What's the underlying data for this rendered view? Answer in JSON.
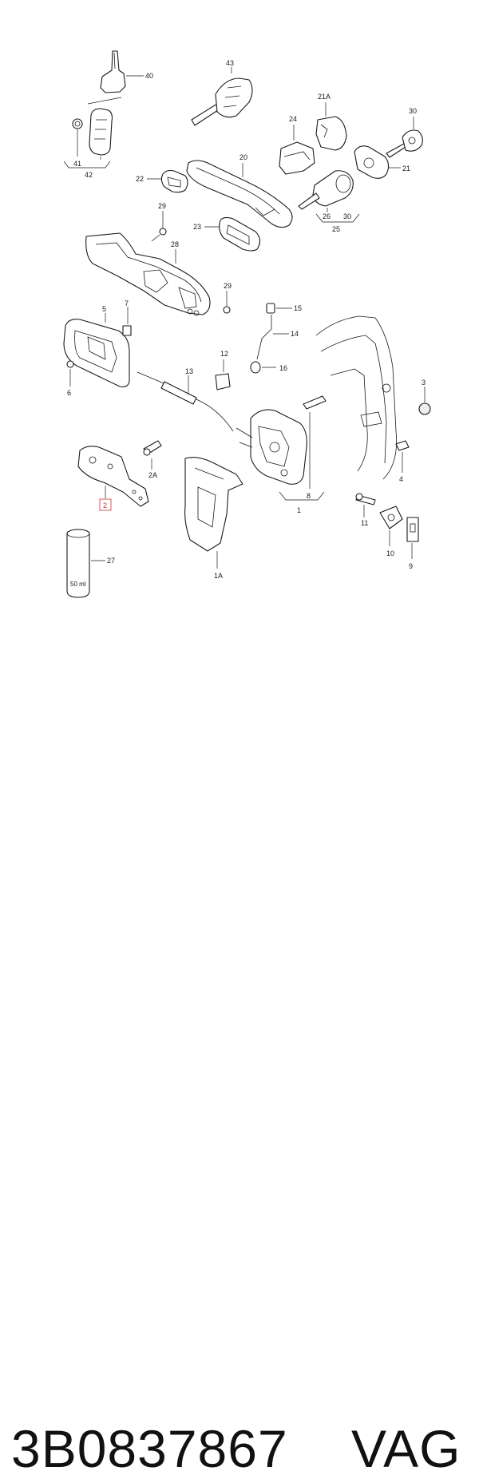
{
  "diagram": {
    "callouts": [
      "40",
      "43",
      "41",
      "42",
      "21A",
      "24",
      "30",
      "20",
      "22",
      "21",
      "26",
      "30",
      "25",
      "29",
      "28",
      "23",
      "29",
      "5",
      "7",
      "15",
      "14",
      "16",
      "12",
      "13",
      "6",
      "3",
      "8",
      "1",
      "4",
      "2A",
      "2",
      "11",
      "10",
      "9",
      "27",
      "1A"
    ],
    "can_label": "50 ml",
    "highlighted_callout": "2"
  },
  "footer": {
    "part_number": "3B0837867",
    "brand": "VAG"
  },
  "colors": {
    "highlight": "#d65a5a",
    "ink": "#1a1a1a"
  }
}
